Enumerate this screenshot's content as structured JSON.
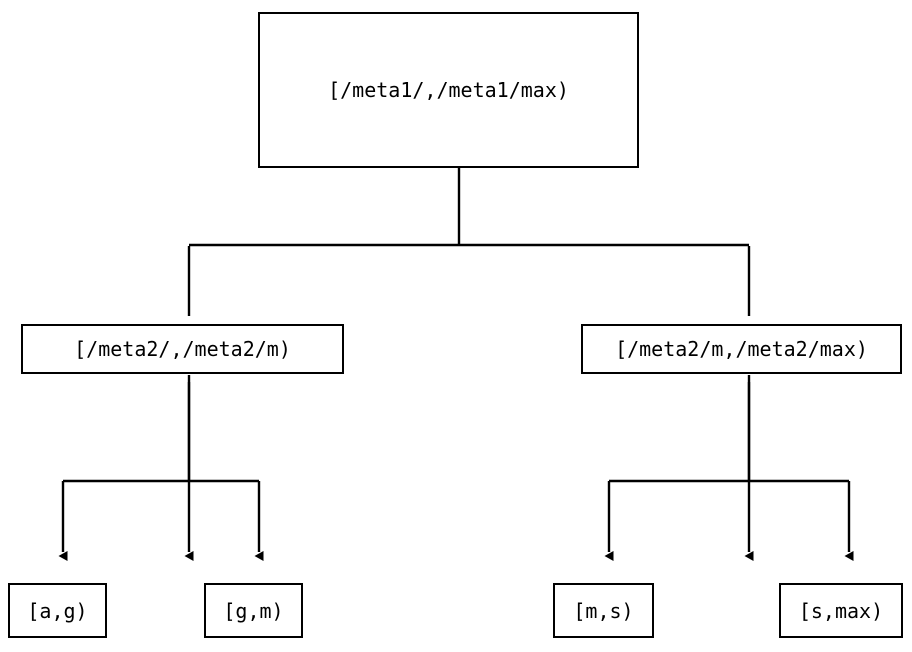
{
  "diagram": {
    "type": "tree",
    "orientation": "top-down",
    "background_color": "#ffffff",
    "line_color": "#000000",
    "text_color": "#000000",
    "nodes": {
      "root": {
        "label": "[/meta1/,/meta1/max)"
      },
      "mid_left": {
        "label": "[/meta2/,/meta2/m)"
      },
      "mid_right": {
        "label": "[/meta2/m,/meta2/max)"
      },
      "leaf_1": {
        "label": "[a,g)"
      },
      "leaf_2": {
        "label": "[g,m)"
      },
      "leaf_3": {
        "label": "[m,s)"
      },
      "leaf_4": {
        "label": "[s,max)"
      }
    }
  }
}
